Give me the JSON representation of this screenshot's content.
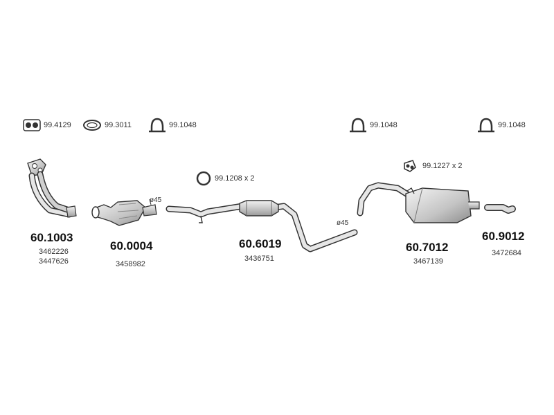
{
  "accessories": {
    "gasket_a": "99.4129",
    "ring_gasket": "99.3011",
    "clamp_1": "99.1048",
    "clamp_2": "99.1048",
    "clamp_3": "99.1048",
    "ring_x2": "99.1208 x 2",
    "hanger_x2": "99.1227 x 2"
  },
  "parts": [
    {
      "number": "60.1003",
      "refs": [
        "3462226",
        "3447626"
      ]
    },
    {
      "number": "60.0004",
      "refs": [
        "3458982"
      ]
    },
    {
      "number": "60.6019",
      "refs": [
        "3436751"
      ]
    },
    {
      "number": "60.7012",
      "refs": [
        "3467139"
      ]
    },
    {
      "number": "60.9012",
      "refs": [
        "3472684"
      ]
    }
  ],
  "diameters": {
    "d1": "ø45",
    "d2": "ø45"
  },
  "colors": {
    "line": "#333333",
    "fill_light": "#e8e8e8",
    "fill_dark": "#b8b8b8"
  }
}
